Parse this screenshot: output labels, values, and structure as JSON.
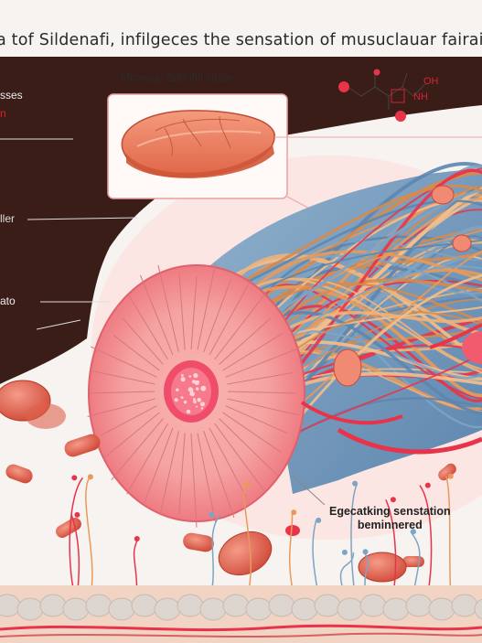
{
  "title": "a tof Sildenafi, infilgeces the sensation of musuclauar fairaig",
  "inset_label": "Micosup Sildnfill citate",
  "left_labels": {
    "top": "sses",
    "top_red": "n",
    "middle": "ller",
    "lower": "ato"
  },
  "molecule": {
    "oh": "OH",
    "nh": "NH"
  },
  "sensation_label": {
    "line1": "Egecatking senstation",
    "line2": "beminnered"
  },
  "colors": {
    "background": "#f6f3f1",
    "dark_panel": "#3a1d17",
    "muscle_pink": "#f47f86",
    "fiber_blue": "#7ea4c4",
    "fiber_orange": "#e89a5a",
    "fiber_red": "#e8344a",
    "pill": "#d9543f"
  }
}
